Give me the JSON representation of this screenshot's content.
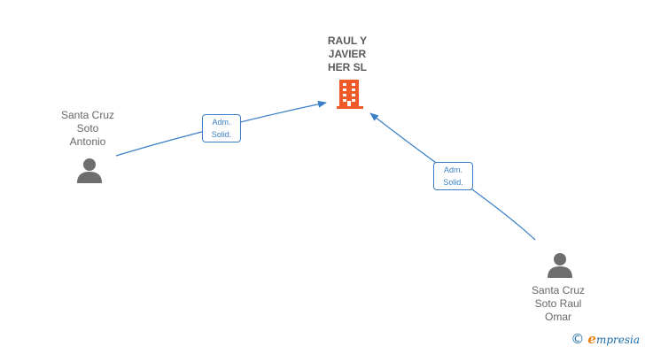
{
  "company": {
    "name_lines": [
      "RAUL Y",
      "JAVIER",
      "HER  SL"
    ],
    "icon": "building-icon",
    "color": "#f05a28"
  },
  "people": [
    {
      "id": "person-1",
      "name_lines": [
        "Santa Cruz",
        "Soto",
        "Antonio"
      ],
      "icon": "person-icon"
    },
    {
      "id": "person-2",
      "name_lines": [
        "Santa Cruz",
        "Soto Raul",
        "Omar"
      ],
      "icon": "person-icon"
    }
  ],
  "edges": [
    {
      "from": "person-1",
      "to": "company",
      "role_lines": [
        "Adm.",
        "Solid."
      ]
    },
    {
      "from": "person-2",
      "to": "company",
      "role_lines": [
        "Adm.",
        "Solid."
      ]
    }
  ],
  "colors": {
    "edge": "#3a7fc8",
    "person_icon": "#6e6e6e",
    "label": "#666666"
  },
  "footer": {
    "copyright_symbol": "©",
    "brand_initial": "e",
    "brand_rest": "mpresia"
  }
}
